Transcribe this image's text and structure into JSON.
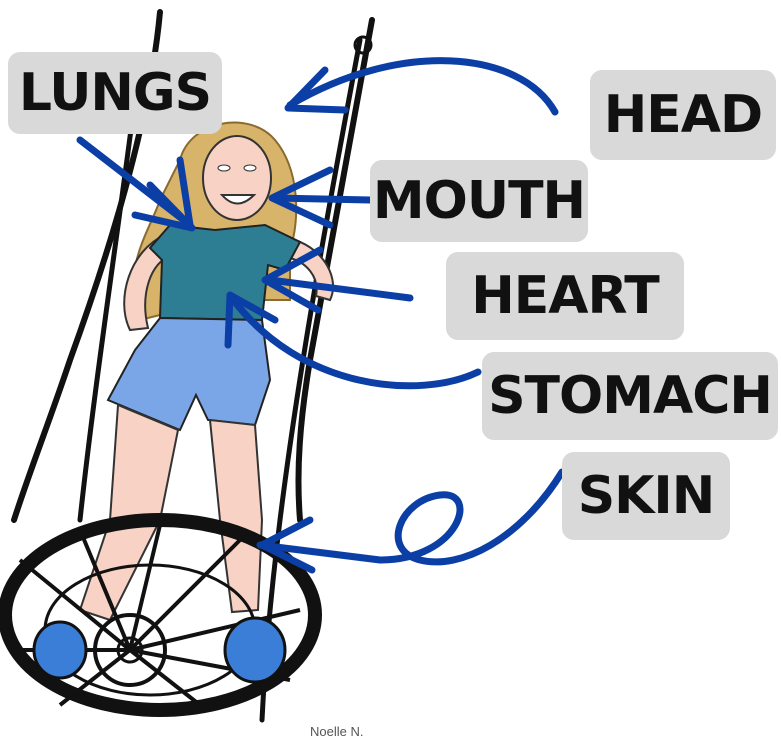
{
  "labels": {
    "lungs": "LUNGS",
    "head": "HEAD",
    "mouth": "MOUTH",
    "heart": "HEART",
    "stomach": "STOMACH",
    "skin": "SKIN"
  },
  "credit": "Noelle N.",
  "colors": {
    "arrow": "#0b3fa6",
    "label_bg": "#d9d9d9",
    "shirt": "#2e7e93",
    "shorts": "#7aa6e8",
    "hair": "#d8b36a",
    "skin": "#f8d2c4",
    "rope": "#111111"
  }
}
